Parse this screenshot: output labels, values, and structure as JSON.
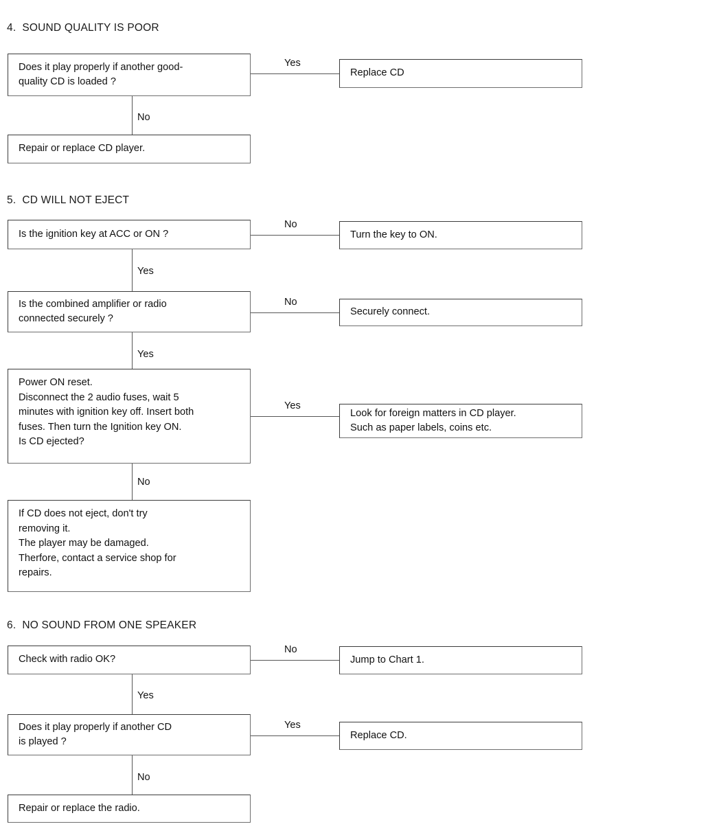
{
  "document": {
    "kind": "troubleshooting-flowchart",
    "sections": [
      {
        "id": "section-4",
        "heading": "4.  SOUND QUALITY IS POOR",
        "nodes": {
          "decision_1": "Does it play properly if another good-\nquality CD is loaded ?",
          "yes_1_result": "Replace CD",
          "no_1_result": "Repair or replace CD player."
        },
        "branches": {
          "yes_1": "Yes",
          "no_1": "No"
        }
      },
      {
        "id": "section-5",
        "heading": "5.  CD WILL NOT EJECT",
        "nodes": {
          "decision_1": "Is the ignition key at ACC or ON ?",
          "no_1_result": "Turn the key to ON.",
          "decision_2": "Is the combined amplifier or radio\nconnected securely ?",
          "no_2_result": "Securely connect.",
          "decision_3": "Power ON reset.\nDisconnect the 2 audio fuses, wait 5\nminutes with ignition key off. Insert both\nfuses. Then turn the Ignition key ON.\nIs CD ejected?",
          "yes_3_result": "Look for foreign matters in CD player.\nSuch as paper labels, coins etc.",
          "no_3_result": "If  CD does not eject, don't try\nremoving it.\nThe player may be damaged.\nTherfore,  contact a service shop for\nrepairs."
        },
        "branches": {
          "no_1": "No",
          "yes_1": "Yes",
          "no_2": "No",
          "yes_2": "Yes",
          "yes_3": "Yes",
          "no_3": "No"
        }
      },
      {
        "id": "section-6",
        "heading": "6.  NO SOUND FROM ONE SPEAKER",
        "nodes": {
          "decision_1": "Check with radio OK?",
          "no_1_result": "Jump to Chart 1.",
          "decision_2": "Does it play properly if another CD\nis played ?",
          "yes_2_result": "Replace CD.",
          "no_2_result": "Repair or replace the radio."
        },
        "branches": {
          "no_1": "No",
          "yes_1": "Yes",
          "yes_2": "Yes",
          "no_2": "No"
        }
      }
    ]
  },
  "colors": {
    "background": "#ffffff",
    "text": "#111111",
    "border_dark": "#3b3b3b",
    "border_light": "#6e6e6e",
    "connector": "#555555"
  }
}
